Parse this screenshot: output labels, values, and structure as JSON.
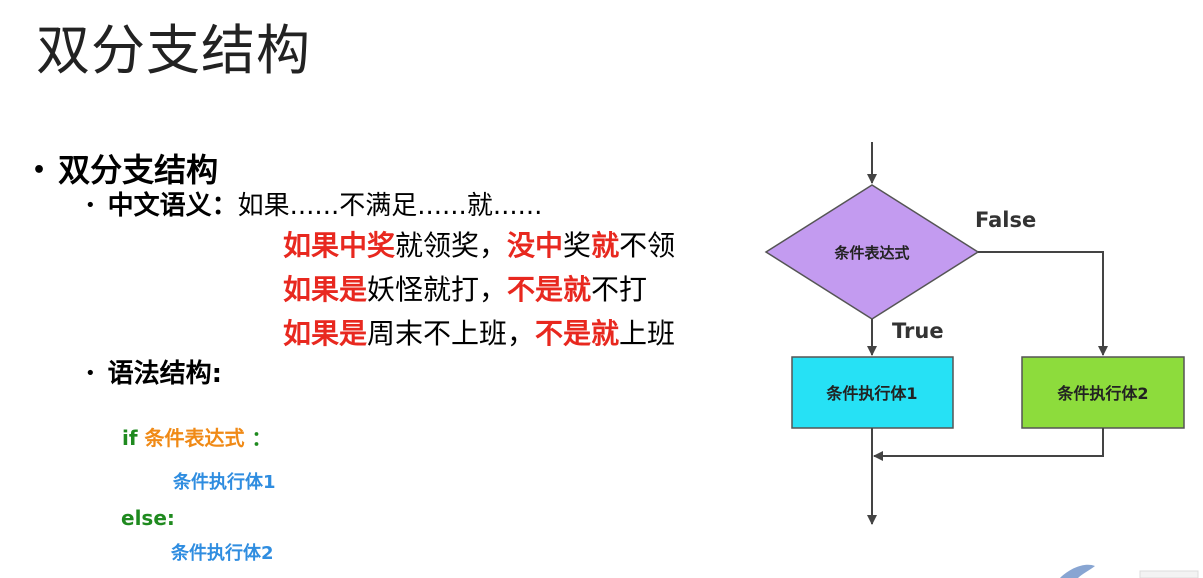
{
  "title": "双分支结构",
  "bullet1": "双分支结构",
  "semantics": {
    "label": "中文语义：",
    "pattern": "如果......不满足......就......",
    "examples": [
      [
        {
          "t": "如果中奖",
          "red": true
        },
        {
          "t": "就领奖，",
          "red": false
        },
        {
          "t": "没中",
          "red": true
        },
        {
          "t": "奖",
          "red": false
        },
        {
          "t": "就",
          "red": true
        },
        {
          "t": "不领",
          "red": false
        }
      ],
      [
        {
          "t": "如果是",
          "red": true
        },
        {
          "t": "妖怪就打，",
          "red": false
        },
        {
          "t": "不是就",
          "red": true
        },
        {
          "t": "不打",
          "red": false
        }
      ],
      [
        {
          "t": "如果是",
          "red": true
        },
        {
          "t": "周末不上班，",
          "red": false
        },
        {
          "t": "不是就",
          "red": true
        },
        {
          "t": "上班",
          "red": false
        }
      ]
    ]
  },
  "syntax": {
    "label": "语法结构:",
    "if_kw": "if",
    "condition": "条件表达式",
    "colon": "：",
    "body1": "条件执行体1",
    "else_kw": "else:",
    "body2": "条件执行体2"
  },
  "flowchart": {
    "decision": "条件表达式",
    "false_label": "False",
    "true_label": "True",
    "box1": "条件执行体1",
    "box2": "条件执行体2",
    "colors": {
      "decision_fill": "#c39bf0",
      "box1_fill": "#26e1f5",
      "box2_fill": "#8ddc3c",
      "stroke": "#555555"
    }
  }
}
